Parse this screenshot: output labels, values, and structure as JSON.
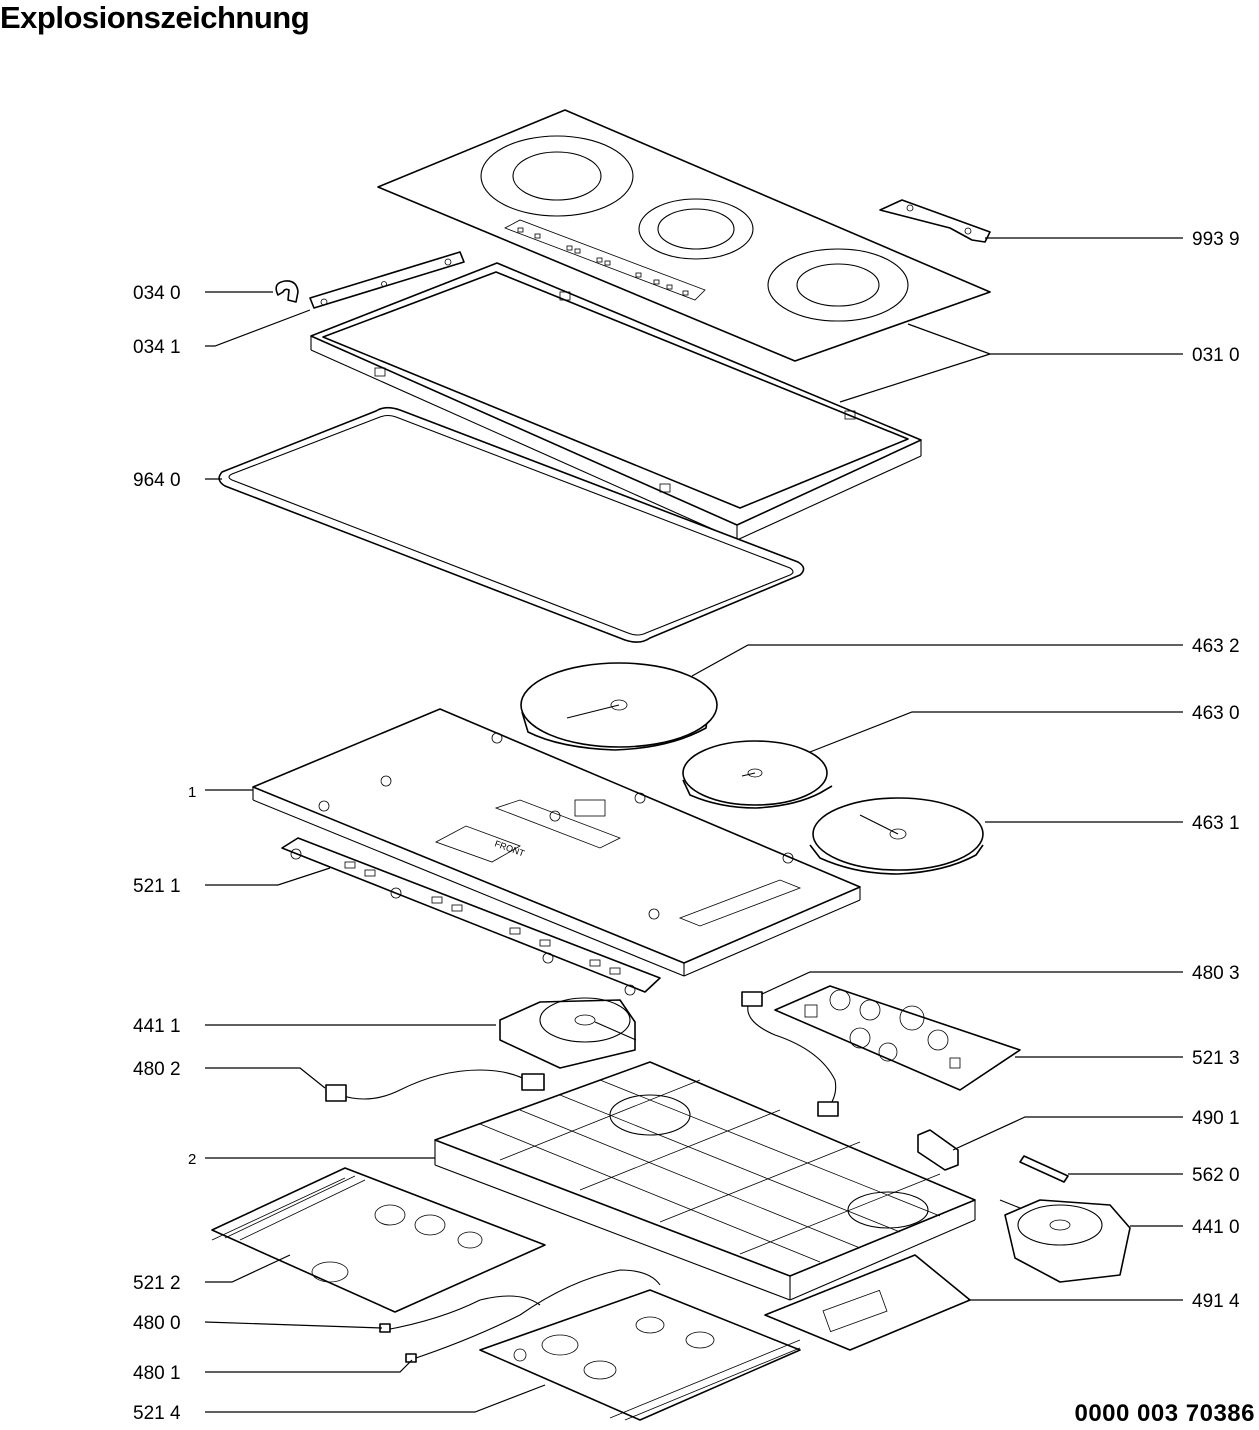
{
  "title": "Explosionszeichnung",
  "document_number": "0000 003 70386",
  "part_labels": {
    "p9939": "993 9",
    "p0340": "034 0",
    "p0341": "034 1",
    "p0310": "031 0",
    "p9640": "964 0",
    "p4632": "463 2",
    "p4630": "463 0",
    "p1": "1",
    "p4631": "463 1",
    "p5211": "521 1",
    "p4803": "480 3",
    "p4411": "441 1",
    "p5213": "521 3",
    "p4802": "480 2",
    "p4901": "490 1",
    "p2": "2",
    "p5620": "562 0",
    "p4410": "441 0",
    "p5212": "521 2",
    "p4914": "491 4",
    "p4800": "480 0",
    "p4801": "480 1",
    "p5214": "521 4"
  },
  "frame_marking": "FRONT"
}
